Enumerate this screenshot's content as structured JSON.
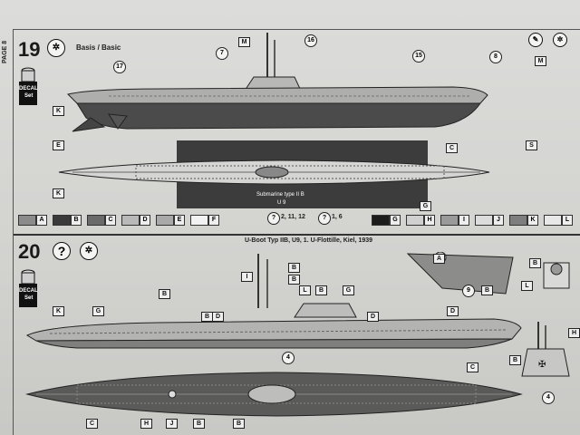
{
  "page": {
    "side_label": "PAGE 8",
    "step19": {
      "number": "19",
      "title": "Basis / Basic",
      "callouts": [
        "17",
        "7",
        "16",
        "15",
        "8"
      ],
      "labels": [
        "K",
        "E",
        "M",
        "M",
        "C",
        "K",
        "G",
        "S"
      ],
      "plate_text": [
        "Submarine type II B",
        "U 9"
      ],
      "ref1": "2, 11, 12",
      "ref2": "1, 6"
    },
    "palette": {
      "items": [
        "A",
        "B",
        "C",
        "D",
        "E",
        "F",
        "G",
        "H",
        "I",
        "J",
        "K",
        "L"
      ],
      "colors": [
        "#8b8b8b",
        "#3a3a3a",
        "#6a6a6a",
        "#b9b9b9",
        "#a9a9a9",
        "#f2f2f2",
        "#1c1c1c",
        "#d0d0d0",
        "#9a9a9a",
        "#dcdcdc",
        "#7e7e7e",
        "#e8e8e8"
      ]
    },
    "step20": {
      "number": "20",
      "caption": "U-Boot Typ IIB, U9, 1. U-Flottille, Kiel, 1939",
      "callouts": [
        "4",
        "9",
        "4"
      ],
      "labels": [
        "K",
        "G",
        "B",
        "B",
        "I",
        "B",
        "L",
        "B",
        "G",
        "D",
        "D",
        "D",
        "B",
        "B",
        "C",
        "C",
        "H",
        "J",
        "B",
        "B",
        "A",
        "L",
        "B",
        "H",
        "B"
      ]
    },
    "decal": {
      "top": "DECAL",
      "bottom": "Set"
    }
  }
}
